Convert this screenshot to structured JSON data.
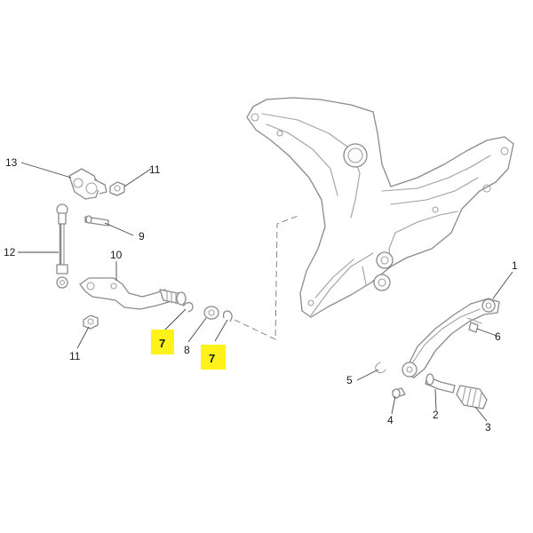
{
  "callouts": {
    "c1": "1",
    "c2": "2",
    "c3": "3",
    "c4": "4",
    "c5": "5",
    "c6": "6",
    "c7a": "7",
    "c7b": "7",
    "c8": "8",
    "c9": "9",
    "c10": "10",
    "c11a": "11",
    "c11b": "11",
    "c12": "12",
    "c13": "13"
  },
  "colors": {
    "highlight": "#fff21a",
    "line": "#8a8a8a",
    "text": "#1a1a1a"
  }
}
